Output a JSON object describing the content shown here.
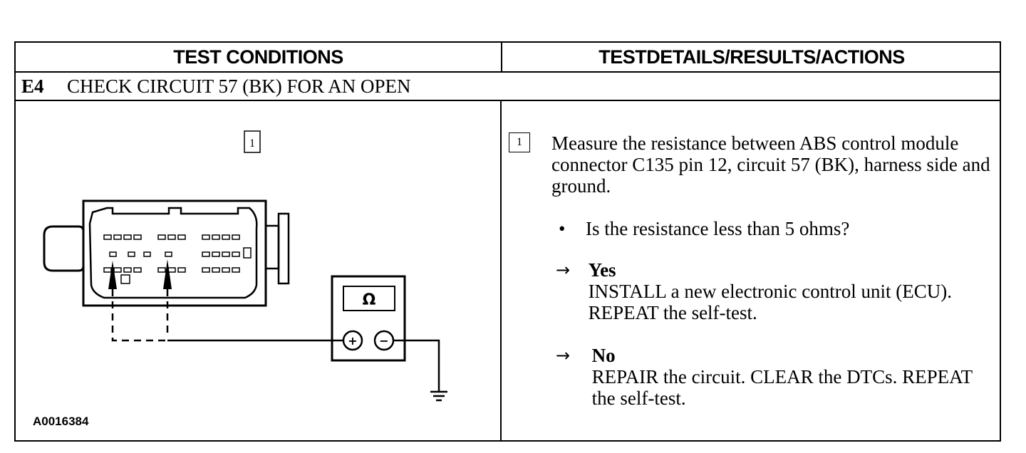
{
  "header": {
    "left_title": "TEST CONDITIONS",
    "right_title": "TESTDETAILS/RESULTS/ACTIONS"
  },
  "step": {
    "id": "E4",
    "title": "CHECK CIRCUIT 57 (BK) FOR AN OPEN"
  },
  "diagram": {
    "callout": "1",
    "meter_symbol": "Ω",
    "plus_symbol": "+",
    "minus_symbol": "−",
    "figure_id": "A0016384"
  },
  "details": {
    "callout": "1",
    "instruction": "Measure the resistance between ABS control module connector C135 pin 12, circuit 57 (BK), harness side and ground.",
    "question": "Is the resistance less than 5 ohms?",
    "bullet": "•",
    "arrow": "→",
    "yes_label": "Yes",
    "yes_action": "INSTALL a new electronic control unit (ECU). REPEAT the self-test.",
    "no_label": "No",
    "no_action": "REPAIR the circuit. CLEAR the DTCs. REPEAT the self-test."
  }
}
